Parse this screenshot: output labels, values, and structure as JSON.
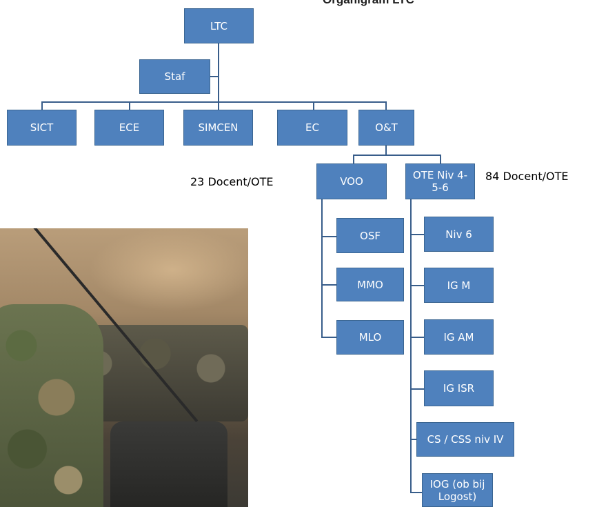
{
  "title": "Organigram LTC",
  "nodes": {
    "ltc": "LTC",
    "staf": "Staf",
    "sict": "SICT",
    "ece": "ECE",
    "simcen": "SIMCEN",
    "ec": "EC",
    "ot": "O&T",
    "voo": "VOO",
    "ote": "OTE Niv 4-\n5-6",
    "osf": "OSF",
    "mmo": "MMO",
    "mlo": "MLO",
    "niv6": "Niv 6",
    "igm": "IG M",
    "igam": "IG AM",
    "igisr": "IG ISR",
    "cs": "CS / CSS niv IV",
    "iog": "IOG (ob bij\nLogost)"
  },
  "labels": {
    "voo_count": "23 Docent/OTE",
    "ote_count": "84 Docent/OTE"
  },
  "colors": {
    "box_fill": "#4f81bd",
    "connector": "#385d8a"
  },
  "photo": {
    "subject": "soldier-in-camouflage-vehicle"
  }
}
